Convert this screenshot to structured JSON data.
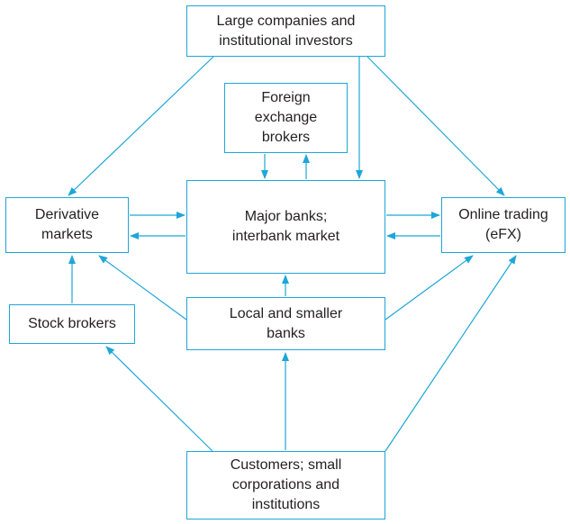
{
  "nodes": {
    "large_companies": "Large companies and\ninstitutional investors",
    "fx_brokers": "Foreign\nexchange\nbrokers",
    "derivative_markets": "Derivative\nmarkets",
    "major_banks": "Major banks;\ninterbank market",
    "online_trading": "Online trading\n(eFX)",
    "stock_brokers": "Stock brokers",
    "local_banks": "Local and smaller\nbanks",
    "customers": "Customers; small\ncorporations and\ninstitutions"
  },
  "edges": [
    {
      "from": "Large companies and institutional investors",
      "to": "Derivative markets"
    },
    {
      "from": "Large companies and institutional investors",
      "to": "Major banks; interbank market"
    },
    {
      "from": "Large companies and institutional investors",
      "to": "Online trading (eFX)"
    },
    {
      "from": "Major banks; interbank market",
      "to": "Foreign exchange brokers"
    },
    {
      "from": "Foreign exchange brokers",
      "to": "Major banks; interbank market"
    },
    {
      "from": "Derivative markets",
      "to": "Major banks; interbank market"
    },
    {
      "from": "Major banks; interbank market",
      "to": "Derivative markets"
    },
    {
      "from": "Major banks; interbank market",
      "to": "Online trading (eFX)"
    },
    {
      "from": "Online trading (eFX)",
      "to": "Major banks; interbank market"
    },
    {
      "from": "Stock brokers",
      "to": "Derivative markets"
    },
    {
      "from": "Local and smaller banks",
      "to": "Derivative markets"
    },
    {
      "from": "Local and smaller banks",
      "to": "Major banks; interbank market"
    },
    {
      "from": "Local and smaller banks",
      "to": "Online trading (eFX)"
    },
    {
      "from": "Customers; small corporations and institutions",
      "to": "Stock brokers"
    },
    {
      "from": "Customers; small corporations and institutions",
      "to": "Local and smaller banks"
    },
    {
      "from": "Customers; small corporations and institutions",
      "to": "Online trading (eFX)"
    }
  ],
  "colors": {
    "line": "#1ea6d8",
    "border": "#1ea6d8",
    "text": "#231f20"
  }
}
